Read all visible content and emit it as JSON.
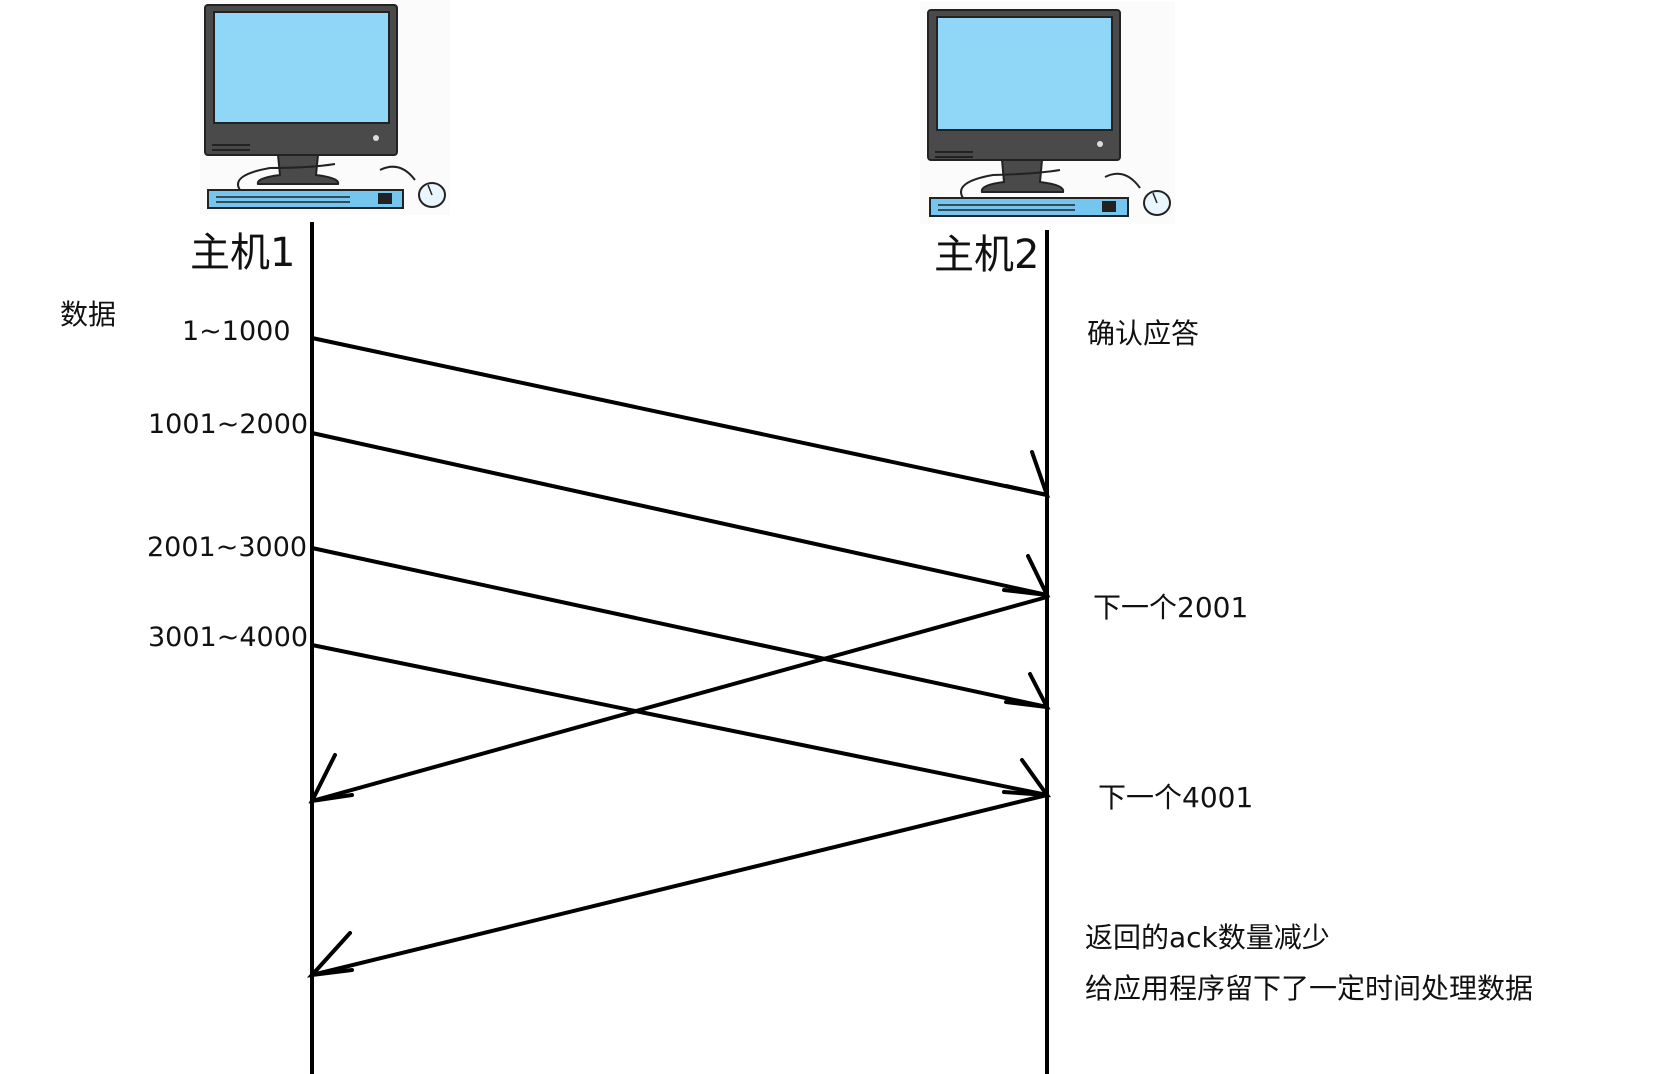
{
  "hosts": {
    "host1": {
      "label": "主机1",
      "icon": "computer-icon"
    },
    "host2": {
      "label": "主机2",
      "icon": "computer-icon"
    }
  },
  "data_title": "数据",
  "segments": [
    "1~1000",
    "1001~2000",
    "2001~3000",
    "3001~4000"
  ],
  "ack_title": "确认应答",
  "acks": [
    "下一个2001",
    "下一个4001"
  ],
  "notes": [
    "返回的ack数量减少",
    "给应用程序留下了一定时间处理数据"
  ],
  "colors": {
    "screen": "#8fd6f7",
    "monitor": "#4a4a4a",
    "keyboard": "#74c6ee",
    "line": "#000000"
  }
}
